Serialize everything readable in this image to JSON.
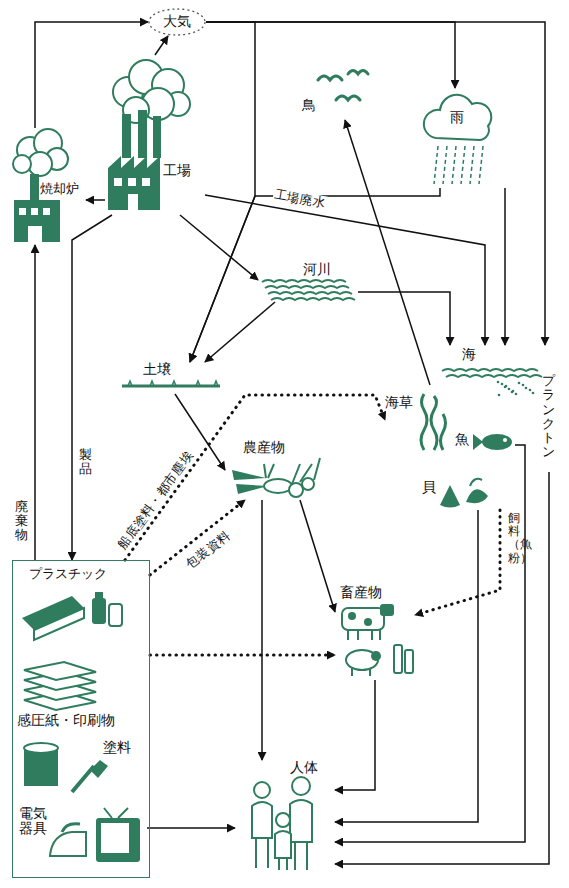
{
  "diagram": {
    "nodes": [
      {
        "text": [
          "大気"
        ]
      },
      {
        "text": [
          "鳥"
        ]
      },
      {
        "text": [
          "雨"
        ]
      },
      {
        "text": [
          "焼却炉"
        ]
      },
      {
        "text": [
          "工場"
        ]
      },
      {
        "text": [
          "河川"
        ]
      },
      {
        "text": [
          "海"
        ]
      },
      {
        "text": [
          "プランクトン"
        ]
      },
      {
        "text": [
          "土壌"
        ]
      },
      {
        "text": [
          "海草"
        ]
      },
      {
        "text": [
          "魚"
        ]
      },
      {
        "text": [
          "貝"
        ]
      },
      {
        "text": [
          "農産物"
        ]
      },
      {
        "text": [
          "畜産物"
        ]
      },
      {
        "text": [
          "プラスチック"
        ]
      },
      {
        "text": [
          "感圧紙・印刷物"
        ],
        "in": 14
      },
      {
        "text": [
          "塗料"
        ],
        "in": 14
      },
      {
        "text": [
          "電気器具"
        ],
        "in": 14
      },
      {
        "text": [
          "人体"
        ]
      }
    ],
    "edges": [
      {
        "from": 4,
        "to": 0,
        "arrow": "to"
      },
      {
        "from": 4,
        "to": 3,
        "arrow": "to"
      },
      {
        "from": 3,
        "to": 0,
        "arrow": "to"
      },
      {
        "from": 0,
        "to": 2,
        "arrow": "to"
      },
      {
        "from": 0,
        "to": 6,
        "arrow": "to"
      },
      {
        "from": 2,
        "to": 6,
        "arrow": "to"
      },
      {
        "from": 2,
        "to": 8,
        "arrow": "to"
      },
      {
        "from": 0,
        "to": 8,
        "arrow": "to"
      },
      {
        "from": 4,
        "to": 5,
        "arrow": "to"
      },
      {
        "from": 4,
        "to": 6,
        "label": "工場廃水",
        "arrow": "to"
      },
      {
        "from": 5,
        "to": 8,
        "arrow": "to"
      },
      {
        "from": 5,
        "to": 6,
        "arrow": "to"
      },
      {
        "from": 8,
        "to": 12,
        "arrow": "to"
      },
      {
        "from": 9,
        "to": 1,
        "arrow": "to"
      },
      {
        "from": 4,
        "to": 14,
        "label": "製品",
        "arrow": "to"
      },
      {
        "from": 14,
        "to": 3,
        "label": "廃棄物",
        "arrow": "to"
      },
      {
        "from": 14,
        "to": 9,
        "label": "船底塗料・都市塵埃",
        "arrow": "to"
      },
      {
        "from": 14,
        "to": 12,
        "label": "包装資料",
        "arrow": "to"
      },
      {
        "from": 14,
        "to": 13,
        "arrow": "to"
      },
      {
        "from": 11,
        "to": 13,
        "label": "飼料（魚粉）",
        "arrow": "to"
      },
      {
        "from": 12,
        "to": 13,
        "arrow": "to"
      },
      {
        "from": 12,
        "to": 18,
        "arrow": "to"
      },
      {
        "from": 13,
        "to": 18,
        "arrow": "to"
      },
      {
        "from": 17,
        "to": 18,
        "arrow": "to"
      },
      {
        "from": 11,
        "to": 18,
        "arrow": "to"
      },
      {
        "from": 10,
        "to": 18,
        "arrow": "to"
      },
      {
        "from": 7,
        "to": 18,
        "arrow": "to"
      }
    ]
  }
}
